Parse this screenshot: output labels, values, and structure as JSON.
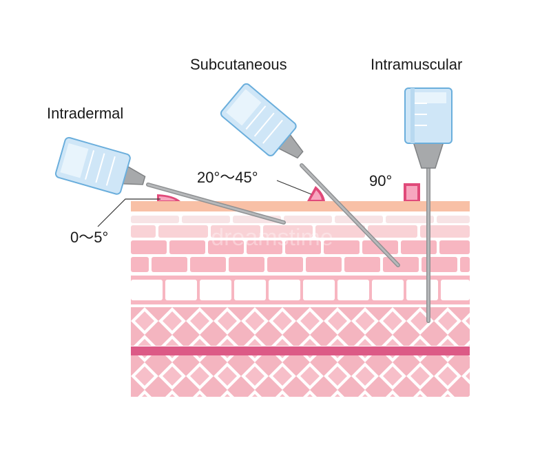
{
  "labels": {
    "intradermal": "Intradermal",
    "subcutaneous": "Subcutaneous",
    "intramuscular": "Intramuscular",
    "angle_intradermal": "0〜5°",
    "angle_subcutaneous": "20°〜45°",
    "angle_intramuscular": "90°"
  },
  "colors": {
    "epidermis": "#f8c0a6",
    "dermis_bricks": "#f9d2d6",
    "dermis_light_bricks": "#f7e3e5",
    "subcut_bricks": "#f7b6c1",
    "fat_cells": "#ffffff",
    "muscle_fill": "#f4b5c0",
    "fascia": "#dc5a86",
    "angle_marker": "#e04a7a",
    "syringe_barrel": "#cfe6f7",
    "needle": "#a7a9ab"
  },
  "watermark": "dreamstime"
}
